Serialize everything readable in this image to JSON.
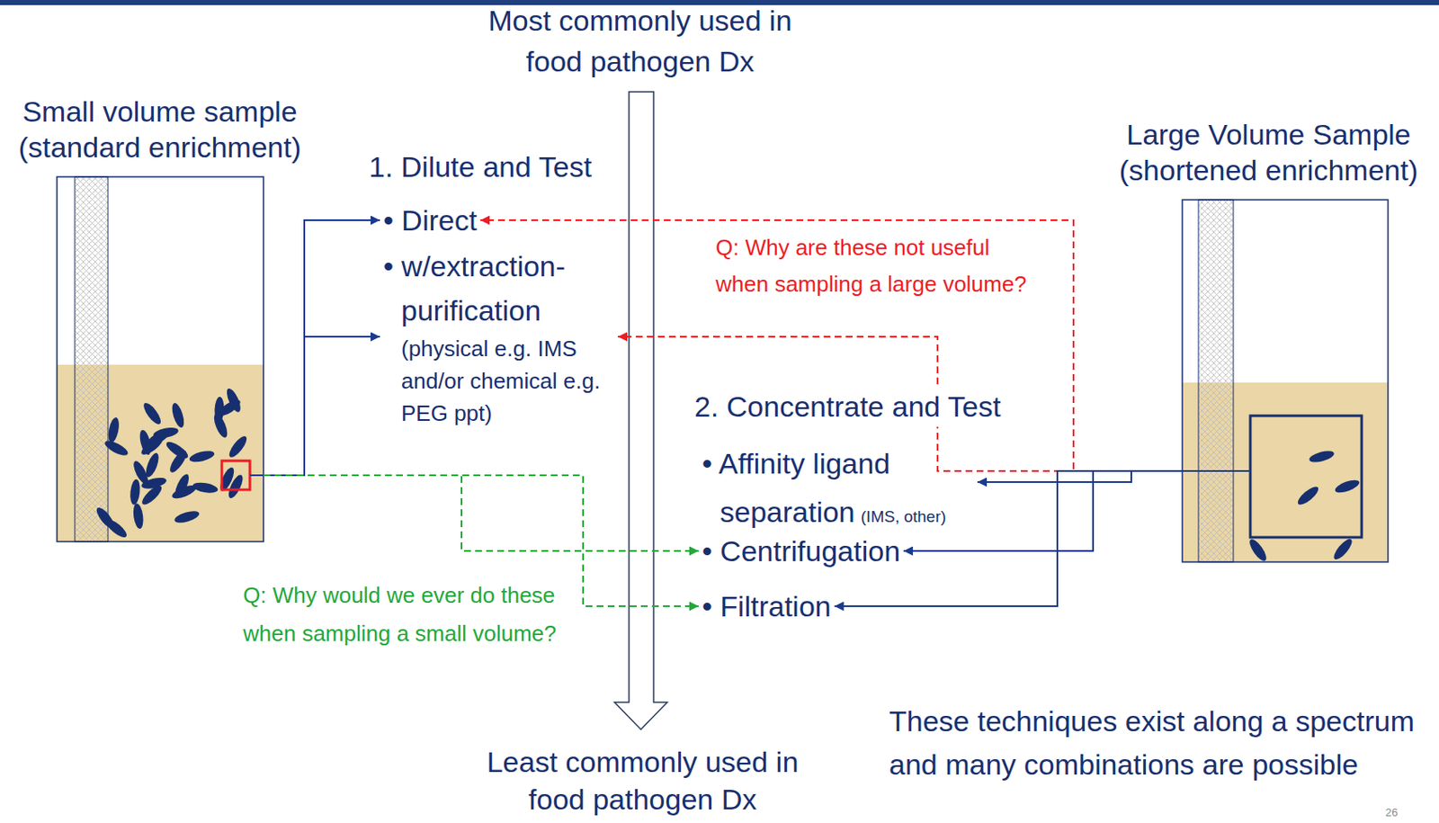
{
  "diagram": {
    "nodes": [
      {
        "text": [
          "Small volume sample (standard enrichment)"
        ]
      },
      {
        "text": [
          "1. Dilute and Test"
        ]
      },
      {
        "text": [
          "• Direct"
        ],
        "in": 1
      },
      {
        "text": [
          "• w/extraction-purification",
          "(physical e.g. IMS and/or chemical e.g. PEG ppt)"
        ],
        "in": 1
      },
      {
        "text": [
          "2. Concentrate and Test"
        ]
      },
      {
        "text": [
          "• Affinity ligand separation",
          "(IMS, other)"
        ],
        "in": 4
      },
      {
        "text": [
          "• Centrifugation"
        ],
        "in": 4
      },
      {
        "text": [
          "• Filtration"
        ],
        "in": 4
      },
      {
        "text": [
          "Large Volume Sample (shortened enrichment)"
        ]
      }
    ],
    "edges": [
      {
        "from": 0,
        "to": 2,
        "arrow": "to"
      },
      {
        "from": 0,
        "to": 3,
        "arrow": "to"
      },
      {
        "from": 0,
        "to": 6,
        "arrow": "to"
      },
      {
        "from": 0,
        "to": 7,
        "arrow": "to"
      },
      {
        "from": 8,
        "to": 2,
        "arrow": "to"
      },
      {
        "from": 8,
        "to": 3,
        "arrow": "to"
      },
      {
        "from": 8,
        "to": 5,
        "arrow": "to"
      },
      {
        "from": 8,
        "to": 6,
        "arrow": "to"
      },
      {
        "from": 8,
        "to": 7,
        "arrow": "to"
      }
    ],
    "labels": [
      "Most commonly used in food pathogen Dx",
      "Least commonly used in food pathogen Dx",
      "Q: Why are these not useful when sampling a large volume?",
      "Q: Why would we ever do these when sampling a small volume?",
      "These techniques exist along a spectrum and many combinations are possible",
      "26"
    ]
  }
}
